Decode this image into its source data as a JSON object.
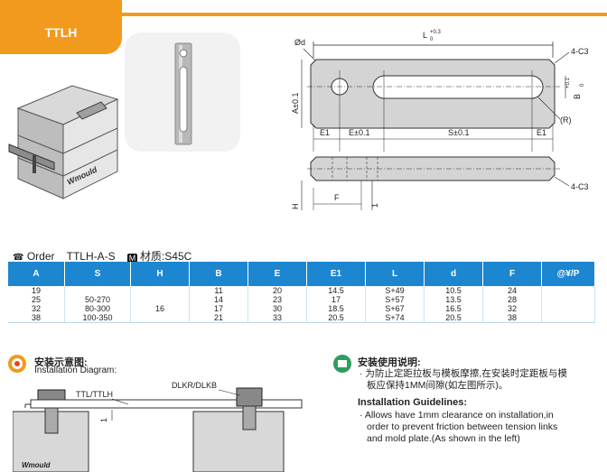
{
  "header": {
    "tab_label": "TTLH"
  },
  "drawing": {
    "phi_d": "Ød",
    "length": "L",
    "length_sup": "+0.3",
    "length_sub": "0",
    "chamfer_top": "4-C3",
    "chamfer_bottom": "4-C3",
    "a_tol": "A±0.1",
    "b_tol": "B",
    "b_sup": "+0.1",
    "b_sub": "0",
    "e1_left": "E1",
    "e_tol": "E±0.1",
    "s_tol": "S±0.1",
    "e1_right": "E1",
    "r_label": "(R)",
    "h": "H",
    "f": "F",
    "one": "1"
  },
  "photo_brand": "Wmould",
  "order": {
    "label": "Order",
    "code": "TTLH-A-S",
    "material_icon": "M",
    "material": "材质:S45C"
  },
  "table": {
    "headers": [
      "A",
      "S",
      "H",
      "B",
      "E",
      "E1",
      "L",
      "d",
      "F",
      "@¥/P"
    ],
    "rows": [
      [
        "19",
        "",
        "",
        "11",
        "20",
        "14.5",
        "S+49",
        "10.5",
        "24",
        ""
      ],
      [
        "25",
        "50-270",
        "",
        "14",
        "23",
        "17",
        "S+57",
        "13.5",
        "28",
        ""
      ],
      [
        "32",
        "80-300",
        "16",
        "17",
        "30",
        "18.5",
        "S+67",
        "16.5",
        "32",
        ""
      ],
      [
        "38",
        "100-350",
        "",
        "21",
        "33",
        "20.5",
        "S+74",
        "20.5",
        "38",
        ""
      ]
    ]
  },
  "install": {
    "title_cn": "安装示意图:",
    "title_en": "Installation Diagram:",
    "label_ttl": "TTL/TTLH",
    "label_dlkr": "DLKR/DLKB",
    "one": "1",
    "brand": "Wmould"
  },
  "guide": {
    "title_cn": "安装使用说明:",
    "cn_line1": "· 为防止定距拉板与模板摩擦,在安装时定距板与模",
    "cn_line2": "板应保持1MM间隙(如左图所示)。",
    "title_en": "Installation Guidelines:",
    "en_line1": "· Allows have 1mm clearance on installation,in",
    "en_line2": "order to prevent friction between tension links",
    "en_line3": "and mold plate.(As shown in the left)"
  }
}
